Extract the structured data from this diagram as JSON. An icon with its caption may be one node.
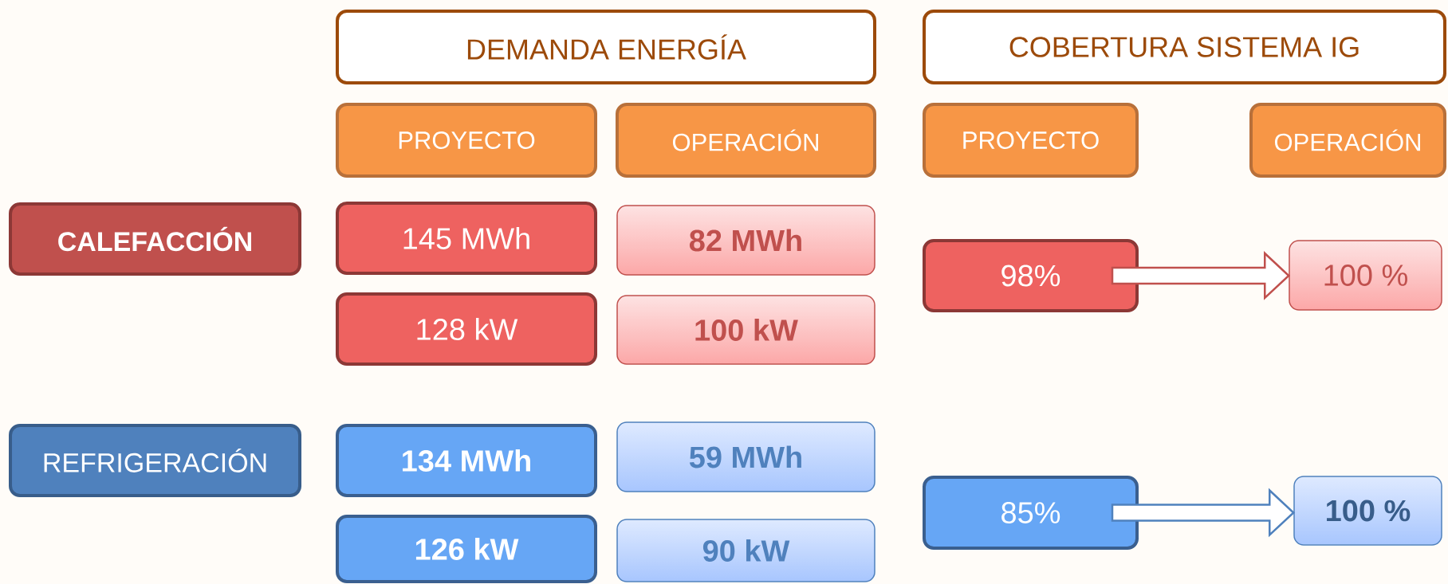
{
  "diagram": {
    "nodes": [
      {
        "text": [
          "DEMANDA ENERGÍA"
        ]
      },
      {
        "text": [
          "COBERTURA SISTEMA IG"
        ]
      },
      {
        "text": [
          "PROYECTO"
        ]
      },
      {
        "text": [
          "OPERACIÓN"
        ]
      },
      {
        "text": [
          "PROYECTO"
        ]
      },
      {
        "text": [
          "OPERACIÓN"
        ]
      },
      {
        "text": [
          "CALEFACCIÓN"
        ]
      },
      {
        "text": [
          "145 MWh"
        ]
      },
      {
        "text": [
          "82 MWh"
        ]
      },
      {
        "text": [
          "128 kW"
        ]
      },
      {
        "text": [
          "100 kW"
        ]
      },
      {
        "text": [
          "98%"
        ]
      },
      {
        "text": [
          "100 %"
        ]
      },
      {
        "text": [
          "REFRIGERACIÓN"
        ]
      },
      {
        "text": [
          "134 MWh"
        ]
      },
      {
        "text": [
          "59 MWh"
        ]
      },
      {
        "text": [
          "126 kW"
        ]
      },
      {
        "text": [
          "90 kW"
        ]
      },
      {
        "text": [
          "85%"
        ]
      },
      {
        "text": [
          "100 %"
        ]
      }
    ],
    "edges": [
      {
        "from": 11,
        "to": 12,
        "arrow": "to",
        "color": "#c0504d"
      },
      {
        "from": 18,
        "to": 19,
        "arrow": "to",
        "color": "#4f81bd"
      }
    ]
  }
}
